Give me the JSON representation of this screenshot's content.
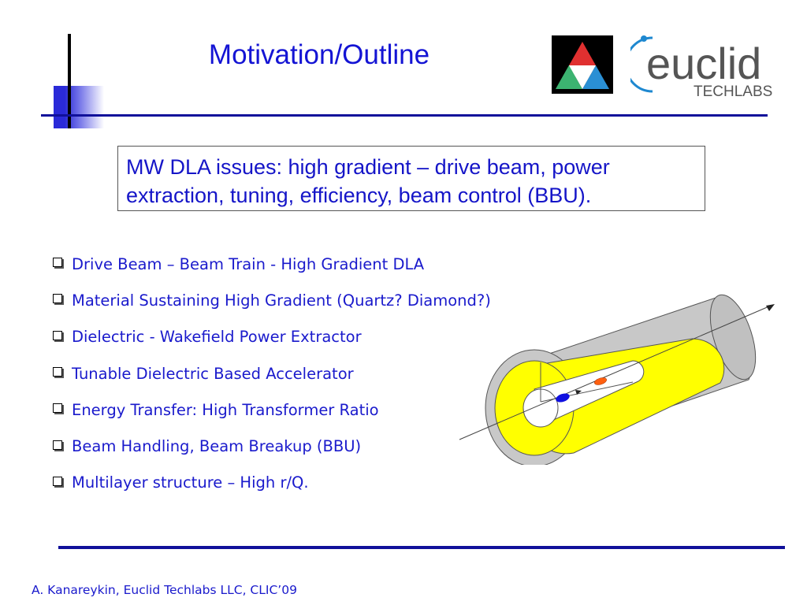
{
  "slide": {
    "title": "Motivation/Outline",
    "issue_box": "MW DLA issues: high gradient – drive beam,  power extraction, tuning, efficiency, beam control (BBU).",
    "bullets": [
      "Drive Beam – Beam Train - High Gradient DLA",
      "Material Sustaining High Gradient  (Quartz? Diamond?)",
      "Dielectric  - Wakefield Power Extractor",
      "Tunable Dielectric Based Accelerator",
      "Energy Transfer: High Transformer Ratio",
      "Beam Handling, Beam Breakup (BBU)",
      "Multilayer structure – High r/Q."
    ],
    "footer": "A. Kanareykin, Euclid Techlabs LLC, CLIC’09"
  },
  "logos": {
    "euclid_name": "euclid",
    "euclid_sub": "TECHLABS"
  },
  "colors": {
    "accent_blue": "#1a1acc",
    "rule_navy": "#10109a",
    "dielectric_yellow": "#ffff00",
    "cylinder_gray": "#c8c8c8",
    "euclid_gray": "#555555",
    "euclid_blue": "#1e88d0"
  },
  "icons": {
    "bullet": "checkbox-outline-icon"
  }
}
